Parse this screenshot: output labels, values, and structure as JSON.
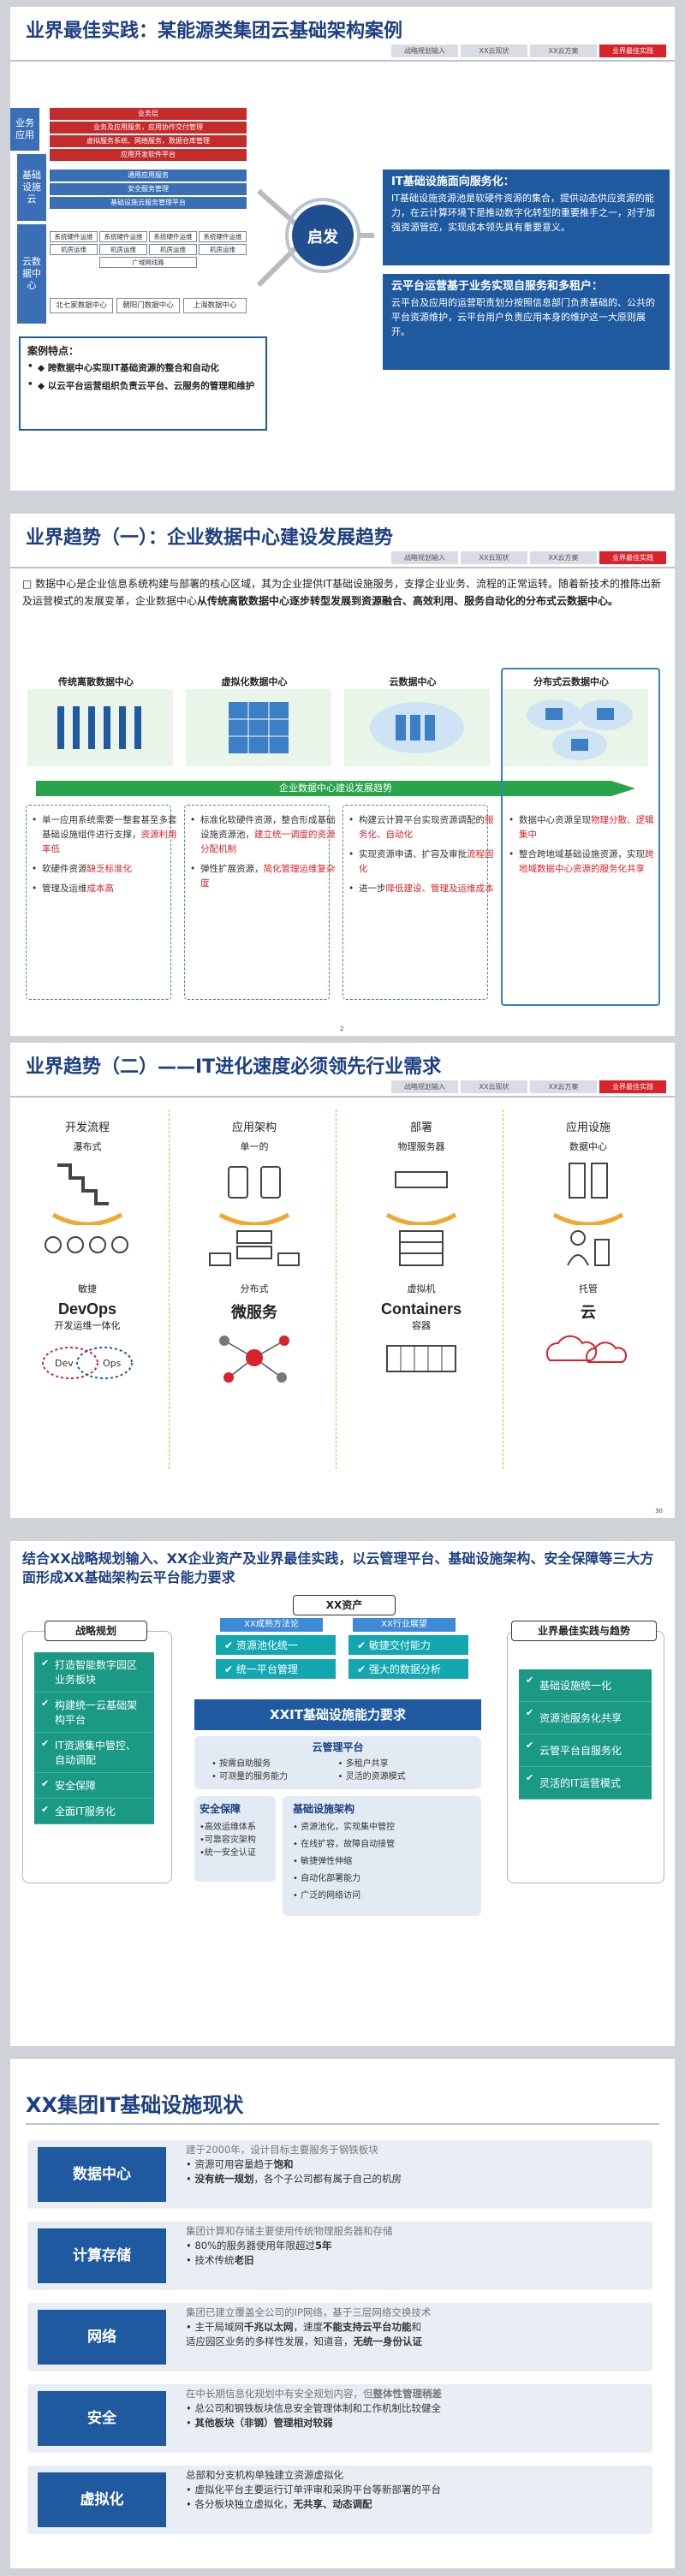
{
  "slide1": {
    "title": "业界最佳实践：某能源类集团云基础架构案例",
    "nav": [
      "战略规划输入",
      "XX云现状",
      "XX云方案",
      "业界最佳实践"
    ],
    "left_labels": [
      "业务应用",
      "基础设施云",
      "云数据中心"
    ],
    "red_bars": [
      "业务层",
      "业务及应用服务，应用协作交付管理",
      "虚拟服务系统、网络服务，数据仓库管理",
      "应用开发软件平台"
    ],
    "blue_bars": [
      "通用应用服务",
      "安全服务管理",
      "基础设施云服务管理平台"
    ],
    "grid_rows": [
      [
        "系统硬件运维",
        "系统硬件运维",
        "系统硬件运维",
        "系统硬件运维"
      ],
      [
        "机房运维",
        "机房运维",
        "机房运维",
        "机房运维"
      ],
      [
        "",
        "",
        "广域网线路",
        ""
      ]
    ],
    "dc_boxes": [
      "北七家数据中心",
      "朝阳门数据中心",
      "上海数据中心"
    ],
    "case_title": "案例特点：",
    "case_items": [
      "跨数据中心实现IT基础资源的整合和自动化",
      "以云平台运营组织负责云平台、云服务的管理和维护"
    ],
    "center": "启发",
    "box1_title": "IT基础设施面向服务化：",
    "box1_text": "IT基础设施资源池是软硬件资源的集合，提供动态供应资源的能力，在云计算环境下是推动数字化转型的重要推手之一，对于加强资源管控，实现成本领先具有重要意义。",
    "box2_title": "云平台运营基于业务实现自服务和多租户：",
    "box2_text": "云平台及应用的运营职责划分按照信息部门负责基础的、公共的平台资源维护，云平台用户负责应用本身的维护这一大原则展开。"
  },
  "slide2": {
    "title": "业界趋势（一）：企业数据中心建设发展趋势",
    "nav": [
      "战略规划输入",
      "XX云现状",
      "XX云方案",
      "业界最佳实践"
    ],
    "intro_a": "数据中心是企业信息系统构建与部署的核心区域，其为企业提供IT基础设施服务，支撑企业业务、流程的正常运转。随着新技术的推陈出新及运营模式的发展变革，企业数据中心",
    "intro_b": "从传统离散数据中心逐步转型发展到资源融合、高效利用、服务自动化的分布式云数据中心。",
    "stages": [
      "传统离散数据中心",
      "虚拟化数据中心",
      "云数据中心",
      "分布式云数据中心"
    ],
    "arrow_label": "企业数据中心建设发展趋势",
    "col1": [
      "单一应用系统需要一整套甚至多套基础设施组件进行支撑，",
      "资源利用率低",
      "软硬件资源",
      "缺乏标准化",
      "管理及运维",
      "成本高"
    ],
    "col2": [
      "标准化软硬件资源，整合形成基础设施资源池，",
      "建立统一调度的资源分配机制",
      "弹性扩展资源，",
      "简化管理运维复杂度"
    ],
    "col3": [
      "构建云计算平台实现资源调配的",
      "服务化、自动化",
      "实现资源申请、扩容及审批",
      "流程固化",
      "进一步",
      "降低建设、管理及运维成本"
    ],
    "col4": [
      "数据中心资源呈现",
      "物理分散、逻辑集中",
      "整合跨地域基础设施资源，实现",
      "跨地域数据中心资源的服务化共享"
    ],
    "page": "2"
  },
  "slide3": {
    "title": "业界趋势（二）——IT进化速度必须领先行业需求",
    "nav": [
      "战略规划输入",
      "XX云现状",
      "XX云方案",
      "业界最佳实践"
    ],
    "cols": [
      {
        "head": "开发流程",
        "sub": "瀑布式",
        "mid": "敏捷",
        "big": "DevOps",
        "bsub": "开发运维一体化",
        "devops_dev": "Dev",
        "devops_ops": "Ops"
      },
      {
        "head": "应用架构",
        "sub": "单一的",
        "mid": "分布式",
        "big": "微服务",
        "bsub": ""
      },
      {
        "head": "部署",
        "sub": "物理服务器",
        "mid": "虚拟机",
        "big": "Containers",
        "bsub": "容器"
      },
      {
        "head": "应用设施",
        "sub": "数据中心",
        "mid": "托管",
        "big": "云",
        "bsub": ""
      }
    ],
    "page": "30"
  },
  "slide4": {
    "title": "结合XX战略规划输入、XX企业资产及业界最佳实践，以云管理平台、基础设施架构、安全保障等三大方面形成XX基础架构云平台能力要求",
    "left_head": "战略规划",
    "left_items": [
      "打造智能数字园区业务板块",
      "构建统一云基础架构平台",
      "IT资源集中管控、自动调配",
      "安全保障",
      "全面IT服务化"
    ],
    "right_head": "业界最佳实践与趋势",
    "right_items": [
      "基础设施统一化",
      "资源池服务化共享",
      "云管平台自服务化",
      "灵活的IT运营模式"
    ],
    "asset_head": "XX资产",
    "asset_tags": [
      "XX成熟方法论",
      "XX行业展望"
    ],
    "asset_items": [
      "资源池化统一",
      "敏捷交付能力",
      "统一平台管理",
      "强大的数据分析"
    ],
    "req_bar": "XXIT基础设施能力要求",
    "cloud_title": "云管理平台",
    "cloud_items": [
      "按需自助服务",
      "多租户共享",
      "可测量的服务能力",
      "灵活的资源模式"
    ],
    "sec_title": "安全保障",
    "sec_items": [
      "高效运维体系",
      "可靠容灾架构",
      "统一安全认证"
    ],
    "infra_title": "基础设施架构",
    "infra_items": [
      "资源池化，实现集中管控",
      "在线扩容，故障自动接管",
      "敏捷弹性伸缩",
      "自动化部署能力",
      "广泛的网络访问"
    ]
  },
  "slide5": {
    "title": "XX集团IT基础设施现状",
    "rows": [
      {
        "label": "数据中心",
        "g": "建于2000年，设计目标主要服务于钢铁板块",
        "a": "资源可用容量趋于",
        "ab": "饱和",
        "b": "没有统一规划",
        "bb": "，各个子公司都有属于自己的机房"
      },
      {
        "label": "计算存储",
        "g": "集团计算和存储主要使用传统物理服务器和存储",
        "a": "80%的服务器使用年限超过",
        "ab": "5年",
        "b": "技术传统",
        "bb": "老旧"
      },
      {
        "label": "网络",
        "g": "集团已建立覆盖全公司的IP网络，基于三层网络交换技术",
        "a": "主干局域网",
        "ab": "千兆以太网",
        "a2": "，速度",
        "ab2": "不能支持云平台功能",
        "a3": "和",
        "b": "适应园区业务的多样性发展，知道音，",
        "bb": "无统一身份认证"
      },
      {
        "label": "安全",
        "g": "在中长期信息化规划中有安全规划内容，但",
        "gb": "整体性管理稍差",
        "a": "总公司和钢铁板块信息安全管理体制和工作机制比较健全",
        "b": "其他板块（非钢）",
        "bb": "管理相对较弱"
      },
      {
        "label": "虚拟化",
        "g": "总部和分支机构单独建立资源虚拟化",
        "a": "虚拟化平台主要运行订单评审和采购平台等新部署的平台",
        "b": "各分板块独立虚拟化，",
        "bb": "无共享、动态调配"
      }
    ]
  }
}
